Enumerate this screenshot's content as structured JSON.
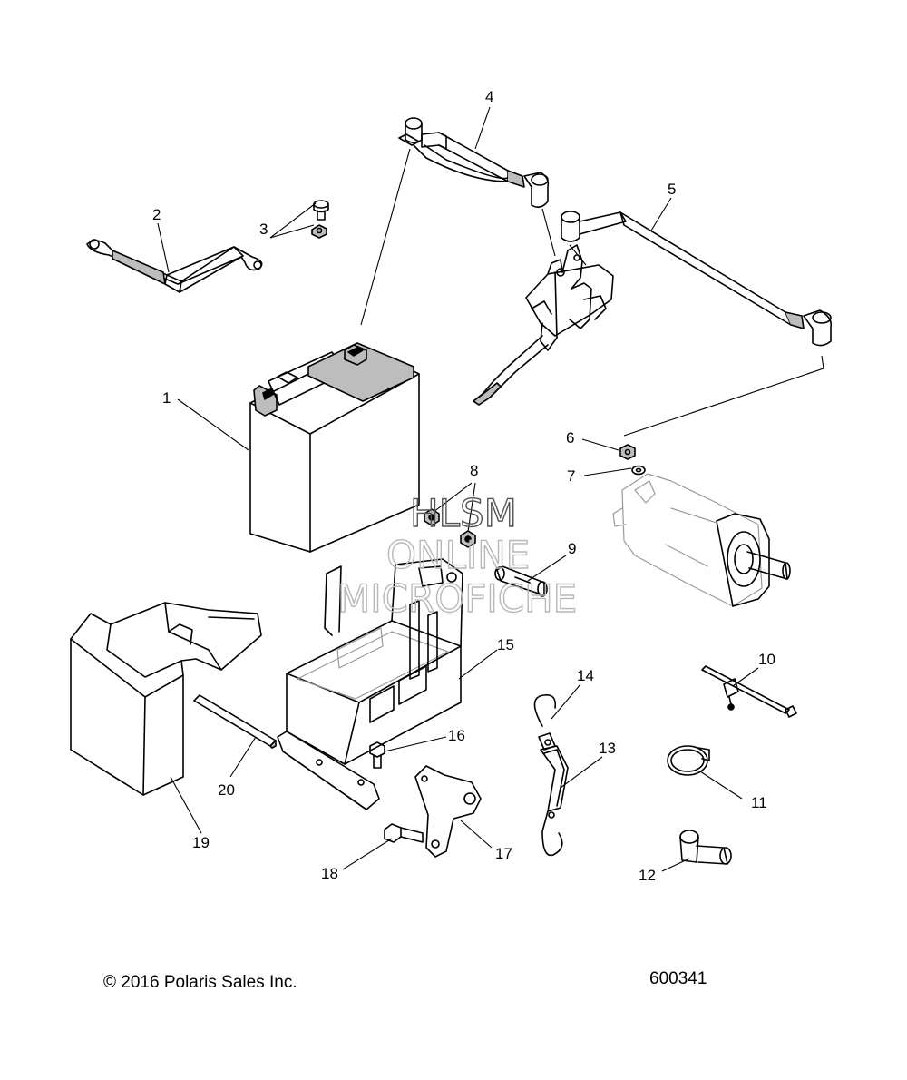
{
  "callouts": {
    "c1": "1",
    "c2": "2",
    "c3": "3",
    "c4": "4",
    "c5": "5",
    "c6": "6",
    "c7": "7",
    "c8": "8",
    "c9": "9",
    "c10": "10",
    "c11": "11",
    "c12": "12",
    "c13": "13",
    "c14": "14",
    "c15": "15",
    "c16": "16",
    "c17": "17",
    "c18": "18",
    "c19": "19",
    "c20": "20"
  },
  "watermark": {
    "line1": "HLSM",
    "line2": "ONLINE",
    "line3": "MICROFICHE"
  },
  "footer": {
    "copyright": "© 2016 Polaris Sales Inc.",
    "diagram_id": "600341"
  },
  "colors": {
    "line": "#000000",
    "background": "#ffffff",
    "watermark": "#b8b8b8"
  }
}
